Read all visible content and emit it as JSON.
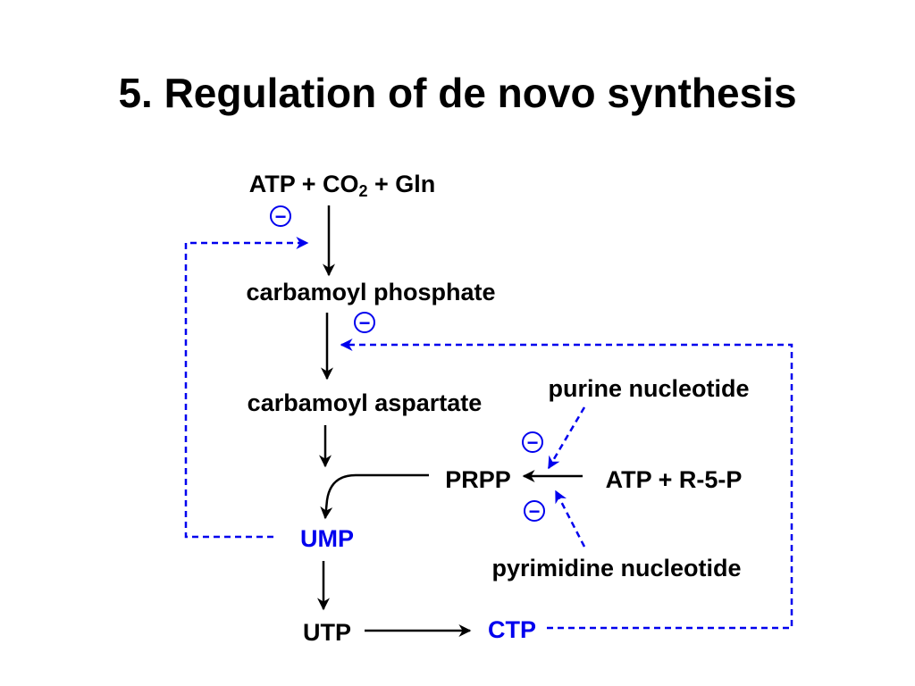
{
  "slide": {
    "title": "5. Regulation of de novo synthesis"
  },
  "molecules": {
    "atp_co2_gln": {
      "prefix": "ATP + CO",
      "subscript": "2",
      "suffix": " + Gln"
    },
    "carbamoyl_phosphate": "carbamoyl phosphate",
    "carbamoyl_aspartate": "carbamoyl aspartate",
    "purine_nucleotide": "purine nucleotide",
    "prpp": "PRPP",
    "atp_r5p": "ATP + R-5-P",
    "pyrimidine_nucleotide": "pyrimidine nucleotide",
    "ump": "UMP",
    "utp": "UTP",
    "ctp": "CTP"
  },
  "inhibition_symbol": "−",
  "colors": {
    "pathway": "#000000",
    "feedback": "#0000ee",
    "highlight_products": "#0000ee"
  }
}
